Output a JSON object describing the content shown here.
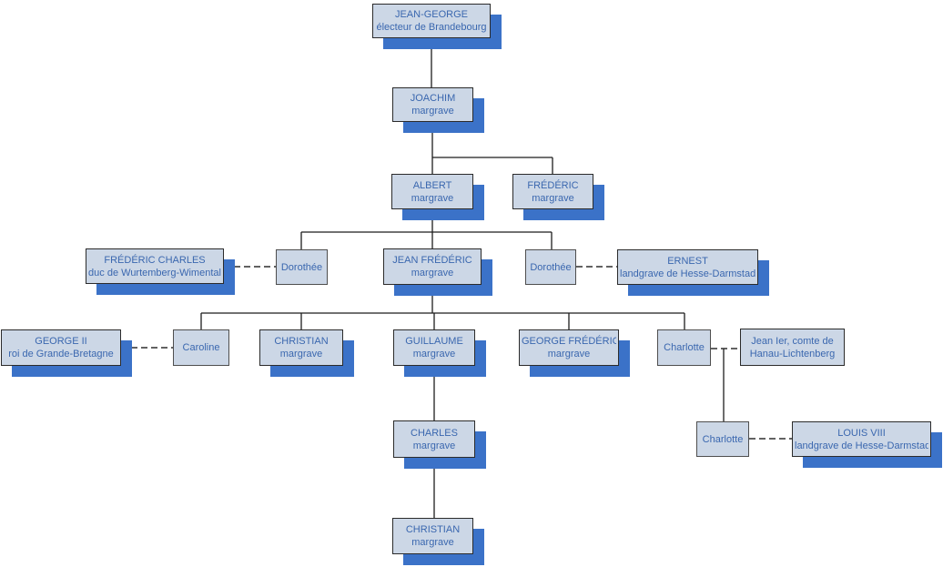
{
  "diagram": {
    "kind": "family-tree-org-chart",
    "language": "fr"
  },
  "colors": {
    "node_fill": "#ccd7e6",
    "node_border_major": "#2b2b2b",
    "node_border_minor": "#4e4e4e",
    "shadow_blue": "#3b72c8",
    "text_blue": "#3a67af",
    "connector_line": "#1c1c1c",
    "background": "#ffffff"
  },
  "nodes": {
    "jean_george": {
      "name": "JEAN-GEORGE",
      "title": "électeur de Brandebourg"
    },
    "joachim": {
      "name": "JOACHIM",
      "title": "margrave"
    },
    "albert": {
      "name": "ALBERT",
      "title": "margrave"
    },
    "frederic": {
      "name": "FRÉDÉRIC",
      "title": "margrave"
    },
    "frederic_charles": {
      "name": "FRÉDÉRIC CHARLES",
      "title": "duc de Wurtemberg-Wimental"
    },
    "dorothee_1": {
      "name": "Dorothée"
    },
    "jean_frederic": {
      "name": "JEAN FRÉDÉRIC",
      "title": "margrave"
    },
    "dorothee_2": {
      "name": "Dorothée"
    },
    "ernest": {
      "name": "ERNEST",
      "title": "landgrave de Hesse-Darmstadt"
    },
    "george_ii": {
      "name": "GEORGE II",
      "title": "roi de Grande-Bretagne"
    },
    "caroline": {
      "name": "Caroline"
    },
    "christian_1": {
      "name": "CHRISTIAN",
      "title": "margrave"
    },
    "guillaume": {
      "name": "GUILLAUME",
      "title": "margrave"
    },
    "george_frederic": {
      "name": "GEORGE FRÉDÉRIC",
      "title": "margrave"
    },
    "charlotte_1": {
      "name": "Charlotte"
    },
    "jean_ier": {
      "name": "Jean Ier, comte de",
      "title": "Hanau-Lichtenberg"
    },
    "charles": {
      "name": "CHARLES",
      "title": "margrave"
    },
    "charlotte_2": {
      "name": "Charlotte"
    },
    "louis_viii": {
      "name": "LOUIS VIII",
      "title": "landgrave de Hesse-Darmstadt"
    },
    "christian_2": {
      "name": "CHRISTIAN",
      "title": "margrave"
    }
  },
  "edges": {
    "descent_solid": [
      [
        "jean_george",
        "joachim"
      ],
      [
        "joachim",
        "albert"
      ],
      [
        "joachim",
        "frederic"
      ],
      [
        "albert",
        "dorothee_1"
      ],
      [
        "albert",
        "jean_frederic"
      ],
      [
        "albert",
        "dorothee_2"
      ],
      [
        "jean_frederic",
        "caroline"
      ],
      [
        "jean_frederic",
        "christian_1"
      ],
      [
        "jean_frederic",
        "guillaume"
      ],
      [
        "jean_frederic",
        "george_frederic"
      ],
      [
        "jean_frederic",
        "charlotte_1"
      ],
      [
        "guillaume",
        "charles"
      ],
      [
        "charles",
        "christian_2"
      ],
      [
        "charlotte_1+jean_ier",
        "charlotte_2"
      ]
    ],
    "marriage_dashed": [
      [
        "frederic_charles",
        "dorothee_1"
      ],
      [
        "dorothee_2",
        "ernest"
      ],
      [
        "george_ii",
        "caroline"
      ],
      [
        "charlotte_1",
        "jean_ier"
      ],
      [
        "charlotte_2",
        "louis_viii"
      ]
    ]
  }
}
